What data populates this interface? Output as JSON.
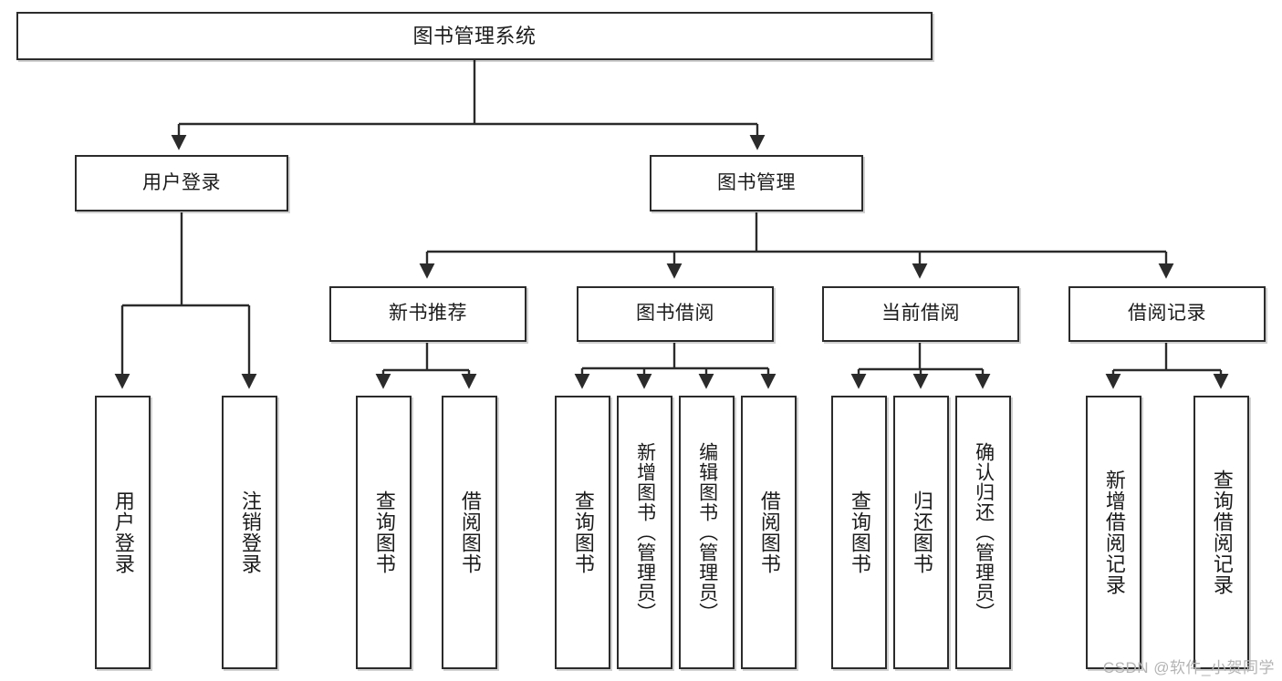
{
  "diagram": {
    "title": "图书管理系统",
    "type": "tree-hierarchy",
    "colors": {
      "box_border": "#2b2b2b",
      "box_fill": "#ffffff",
      "connector": "#2b2b2b",
      "watermark": "#b4b4b4"
    },
    "root": {
      "label": "图书管理系统"
    },
    "level1": [
      {
        "label": "用户登录"
      },
      {
        "label": "图书管理"
      }
    ],
    "level2": [
      {
        "label": "新书推荐"
      },
      {
        "label": "图书借阅"
      },
      {
        "label": "当前借阅"
      },
      {
        "label": "借阅记录"
      }
    ],
    "leaves": {
      "user_login": [
        {
          "label": "用户登录"
        },
        {
          "label": "注销登录"
        }
      ],
      "new_book": [
        {
          "label": "查询图书"
        },
        {
          "label": "借阅图书"
        }
      ],
      "book_borrow": [
        {
          "label": "查询图书"
        },
        {
          "label": "新增图书（管理员）"
        },
        {
          "label": "编辑图书（管理员）"
        },
        {
          "label": "借阅图书"
        }
      ],
      "current_borrow": [
        {
          "label": "查询图书"
        },
        {
          "label": "归还图书"
        },
        {
          "label": "确认归还（管理员）"
        }
      ],
      "borrow_record": [
        {
          "label": "新增借阅记录"
        },
        {
          "label": "查询借阅记录"
        }
      ]
    }
  },
  "watermark": {
    "text": "CSDN @软件_小贺同学"
  }
}
